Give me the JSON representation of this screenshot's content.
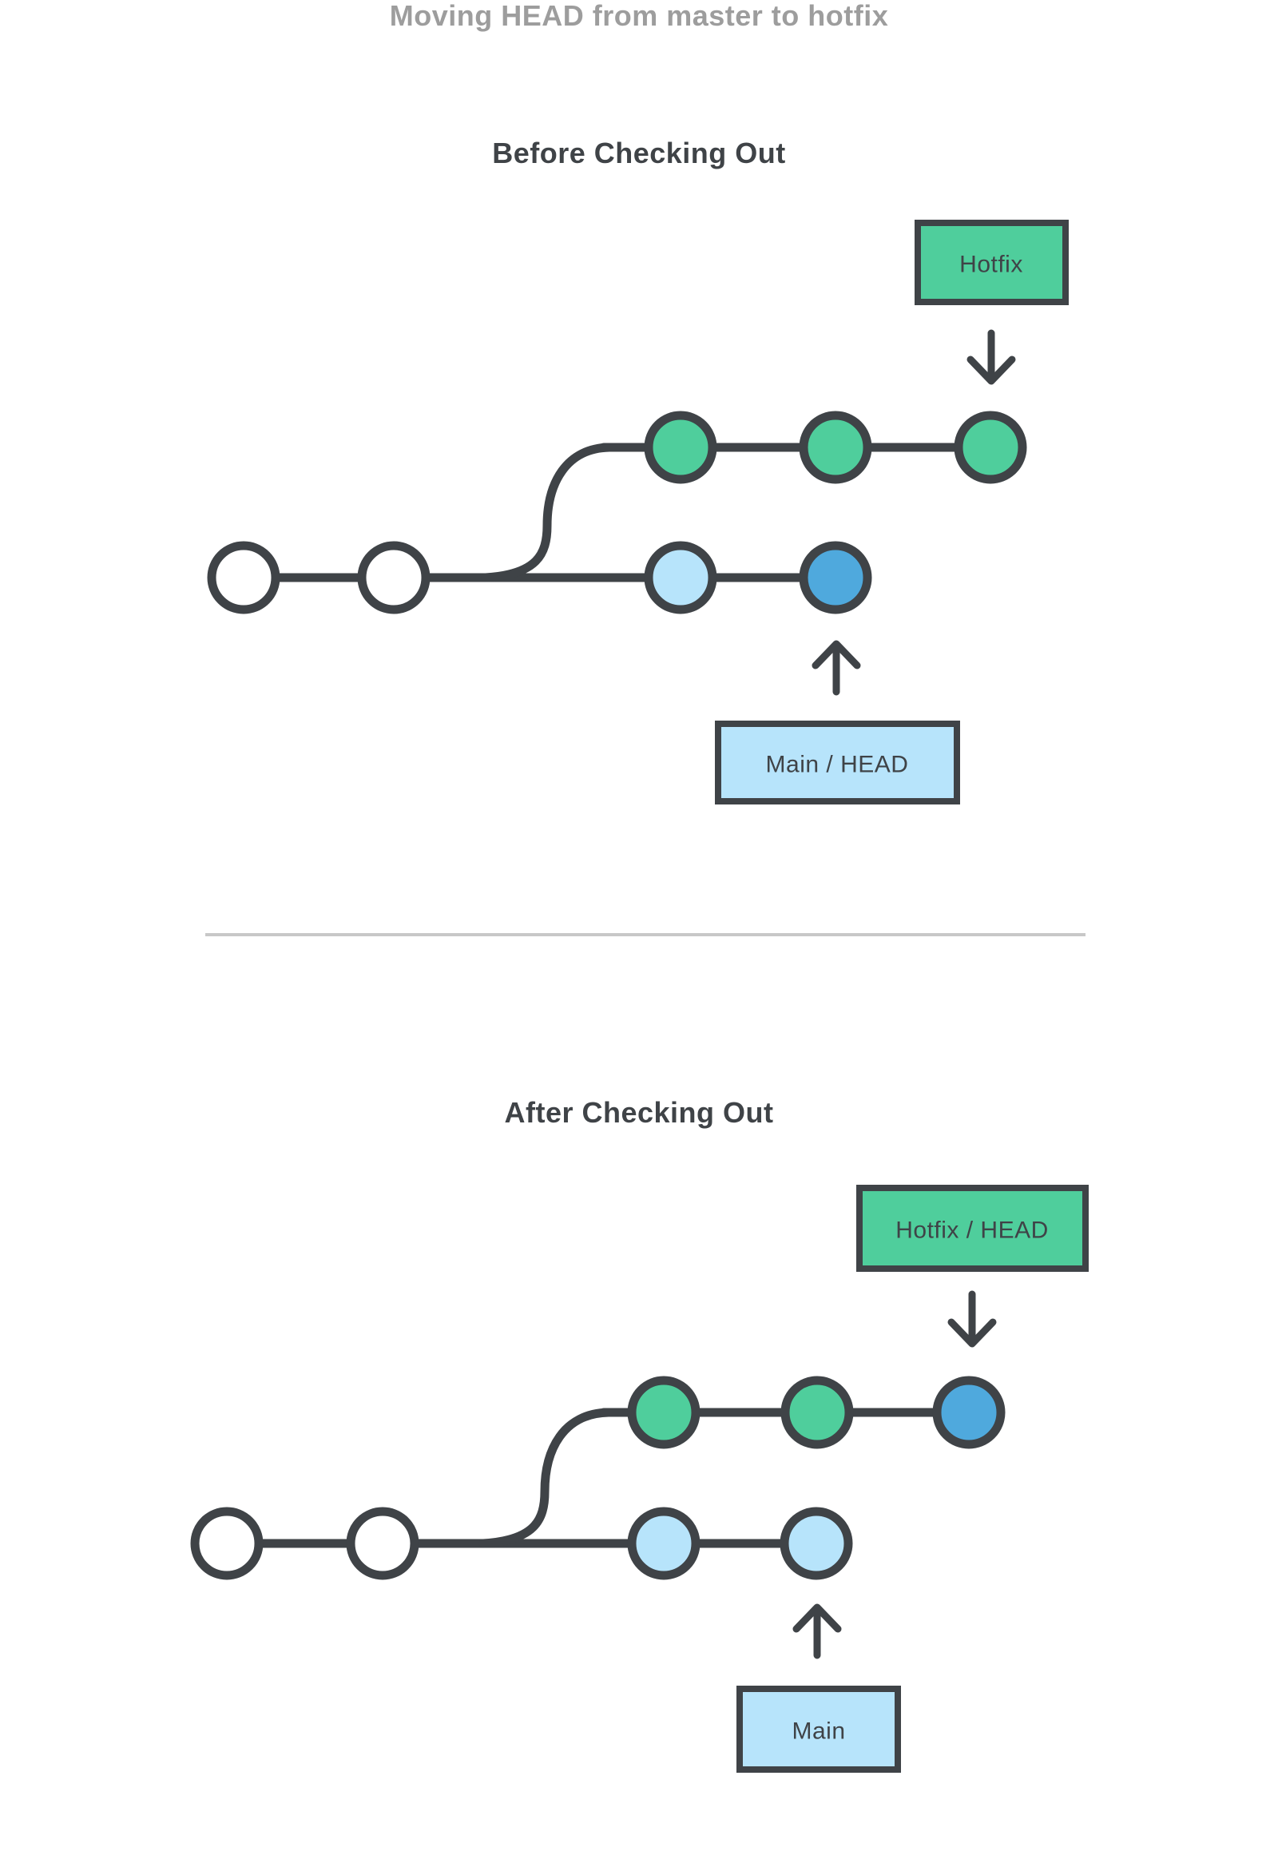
{
  "title": "Moving HEAD from master to hotfix",
  "colors": {
    "outline": "#3f4347",
    "green": "#4fce9c",
    "light_blue": "#b7e4fb",
    "blue": "#4fa9dd",
    "white": "#ffffff",
    "title_gray": "#9d9d9d",
    "divider_gray": "#c8c8c8"
  },
  "before": {
    "heading": "Before Checking Out",
    "hotfix_box_label": "Hotfix",
    "main_box_label": "Main  / HEAD",
    "hotfix_branch_commits": [
      "green",
      "green",
      "green"
    ],
    "main_branch_commits": [
      "white",
      "white",
      "light_blue",
      "blue"
    ]
  },
  "after": {
    "heading": "After Checking Out",
    "hotfix_box_label": "Hotfix / HEAD",
    "main_box_label": "Main",
    "hotfix_branch_commits": [
      "green",
      "green",
      "blue"
    ],
    "main_branch_commits": [
      "white",
      "white",
      "light_blue",
      "light_blue"
    ]
  },
  "icons": {
    "hotfix_pointer": "down-arrow",
    "main_pointer": "up-arrow"
  }
}
